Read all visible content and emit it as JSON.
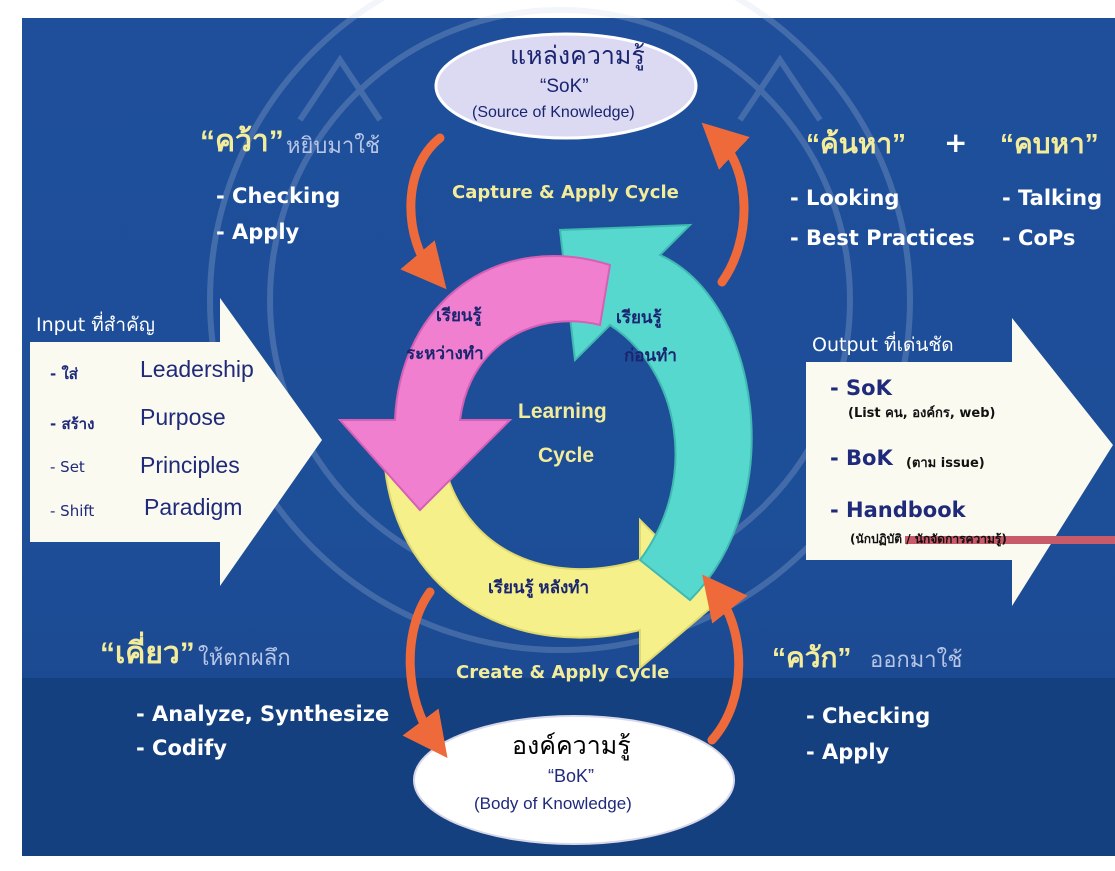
{
  "top_ellipse": {
    "title_th": "แหล่งความรู้",
    "abbr": "“SoK”",
    "full": "(Source of Knowledge)"
  },
  "bottom_ellipse": {
    "title_th": "องค์ความรู้",
    "abbr": "“BoK”",
    "full": "(Body of Knowledge)"
  },
  "top_left": {
    "heading_q": "“คว้า”",
    "heading_rest": "หยิบมาใช้",
    "items": [
      "- Checking",
      "- Apply"
    ]
  },
  "top_right": {
    "heading1": "“ค้นหา”",
    "plus": "+",
    "heading2": "“คบหา”",
    "items_left": [
      "- Looking",
      "- Best Practices"
    ],
    "items_right": [
      "- Talking",
      "- CoPs"
    ]
  },
  "cycles": {
    "top": "Capture & Apply Cycle",
    "bottom": "Create & Apply Cycle"
  },
  "learning": {
    "center_line1": "Learning",
    "center_line2": "Cycle",
    "pink": [
      "เรียนรู้",
      "ระหว่างทำ"
    ],
    "cyan": [
      "เรียนรู้",
      "ก่อนทำ"
    ],
    "yellow": "เรียนรู้  หลังทำ"
  },
  "input": {
    "title": "Input  ที่สำคัญ",
    "rows": [
      {
        "prefix": "- ใส่",
        "word": "Leadership"
      },
      {
        "prefix": "- สร้าง",
        "word": "Purpose"
      },
      {
        "prefix": "- Set",
        "word": "Principles"
      },
      {
        "prefix": "- Shift",
        "word": "Paradigm"
      }
    ]
  },
  "output": {
    "title": "Output  ที่เด่นชัด",
    "sok": "- SoK",
    "sok_sub": "(List คน, องค์กร, web)",
    "bok": "- BoK",
    "bok_sub": "(ตาม issue)",
    "handbook": "- Handbook",
    "handbook_sub": "(นักปฏิบัติ / นักจัดการความรู้)"
  },
  "bottom_left": {
    "heading_q": "“เคี่ยว”",
    "heading_rest": "ให้ตกผลึก",
    "items": [
      "- Analyze, Synthesize",
      "- Codify"
    ]
  },
  "bottom_right": {
    "heading_q": "“ควัก”",
    "heading_rest": "ออกมาใช้",
    "items": [
      "- Checking",
      "- Apply"
    ]
  },
  "colors": {
    "background": "#1f4f9a",
    "pink": "#f07fd0",
    "cyan": "#57d8cf",
    "yellow": "#f5f08a",
    "orange_arrow": "#ee6a3a",
    "heading_yellow": "#f3ec9a",
    "dark_text": "#1f2a7a"
  }
}
